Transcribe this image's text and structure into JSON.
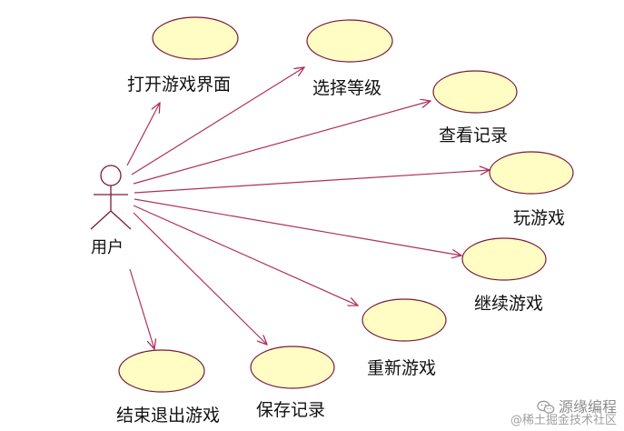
{
  "actor": {
    "label": "用户"
  },
  "use_cases": [
    {
      "id": "open-game",
      "label": "打开游戏界面"
    },
    {
      "id": "select-level",
      "label": "选择等级"
    },
    {
      "id": "view-record",
      "label": "查看记录"
    },
    {
      "id": "play-game",
      "label": "玩游戏"
    },
    {
      "id": "continue-game",
      "label": "继续游戏"
    },
    {
      "id": "restart-game",
      "label": "重新游戏"
    },
    {
      "id": "save-record",
      "label": "保存记录"
    },
    {
      "id": "exit-game",
      "label": "结束退出游戏"
    }
  ],
  "colors": {
    "ellipse_fill": "#fffcc4",
    "ellipse_stroke": "#7a1a3a",
    "arrow": "#b0305a",
    "actor": "#7a1a3a"
  },
  "watermark": {
    "brand": "源缘编程",
    "site": "@稀土掘金技术社区",
    "icon": "wechat-icon"
  }
}
